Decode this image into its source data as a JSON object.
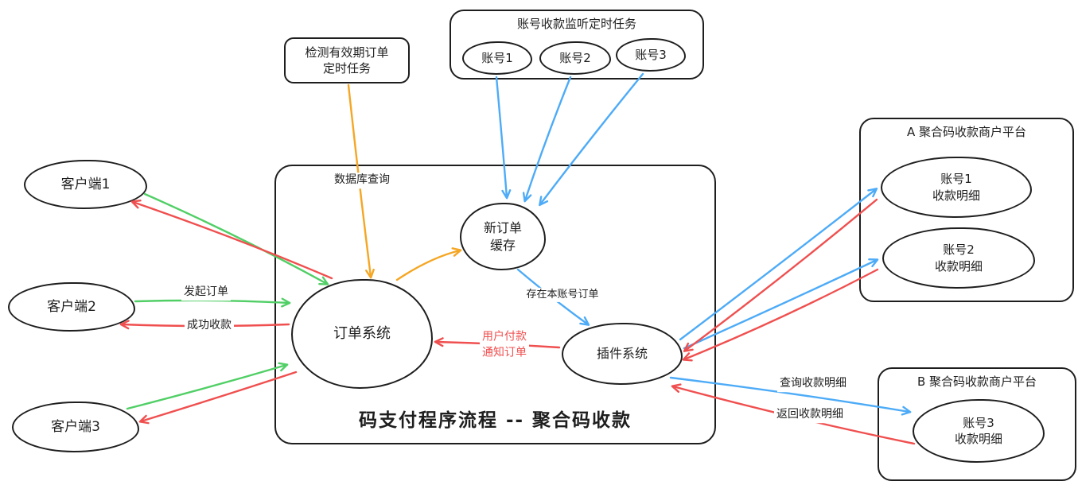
{
  "diagram": {
    "main_title": "码支付程序流程 -- 聚合码收款",
    "colors": {
      "blue": "#4dabf7",
      "red": "#f04f4f",
      "green": "#51cf66",
      "orange": "#f5a623",
      "ink": "#1e1e1e"
    },
    "detect_task": {
      "line1": "检测有效期订单",
      "line2": "定时任务"
    },
    "listener_group": {
      "title": "账号收款监听定时任务",
      "accounts": [
        "账号1",
        "账号2",
        "账号3"
      ]
    },
    "clients": [
      "客户端1",
      "客户端2",
      "客户端3"
    ],
    "order_system": "订单系统",
    "new_order_cache": {
      "line1": "新订单",
      "line2": "缓存"
    },
    "plugin_system": "插件系统",
    "platform_a": {
      "title": "A 聚合码收款商户平台",
      "accounts": [
        {
          "line1": "账号1",
          "line2": "收款明细"
        },
        {
          "line1": "账号2",
          "line2": "收款明细"
        }
      ]
    },
    "platform_b": {
      "title": "B 聚合码收款商户平台",
      "accounts": [
        {
          "line1": "账号3",
          "line2": "收款明细"
        }
      ]
    },
    "edge_labels": {
      "db_query": "数据库查询",
      "initiate_order": "发起订单",
      "success_payment": "成功收款",
      "order_exists": "存在本账号订单",
      "user_pay_line1": "用户付款",
      "user_pay_line2": "通知订单",
      "query_details": "查询收款明细",
      "return_details": "返回收款明细"
    }
  }
}
